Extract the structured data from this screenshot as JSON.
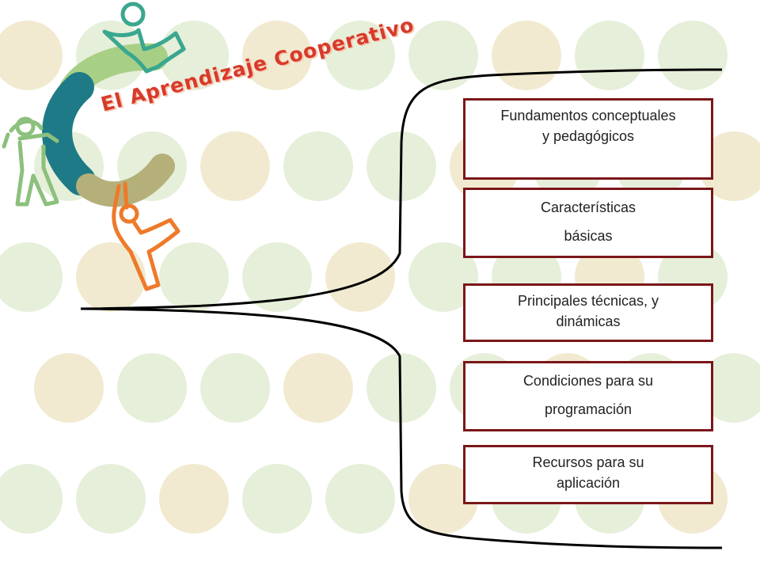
{
  "title": "El Aprendizaje Cooperativo",
  "boxes": [
    {
      "lines": [
        "Fundamentos conceptuales",
        "y pedagógicos"
      ]
    },
    {
      "lines": [
        "Características",
        "básicas"
      ]
    },
    {
      "lines": [
        "Principales técnicas, y",
        "dinámicas"
      ]
    },
    {
      "lines": [
        "Condiciones para su",
        "programación"
      ]
    },
    {
      "lines": [
        "Recursos para su",
        "aplicación"
      ]
    }
  ],
  "colors": {
    "box_border": "#7a1619",
    "title": "#d83a2a",
    "dot_green": "#e6efd9",
    "dot_yellow": "#f1ead0",
    "logo_teal": "#1e7a86",
    "logo_green": "#a8cf86",
    "logo_olive": "#b5b07a",
    "figure_teal": "#3aa78f",
    "figure_green": "#8cc07d",
    "figure_orange": "#ee7a2a"
  },
  "logo": {
    "icon": "cooperative-learning-logo-icon"
  }
}
